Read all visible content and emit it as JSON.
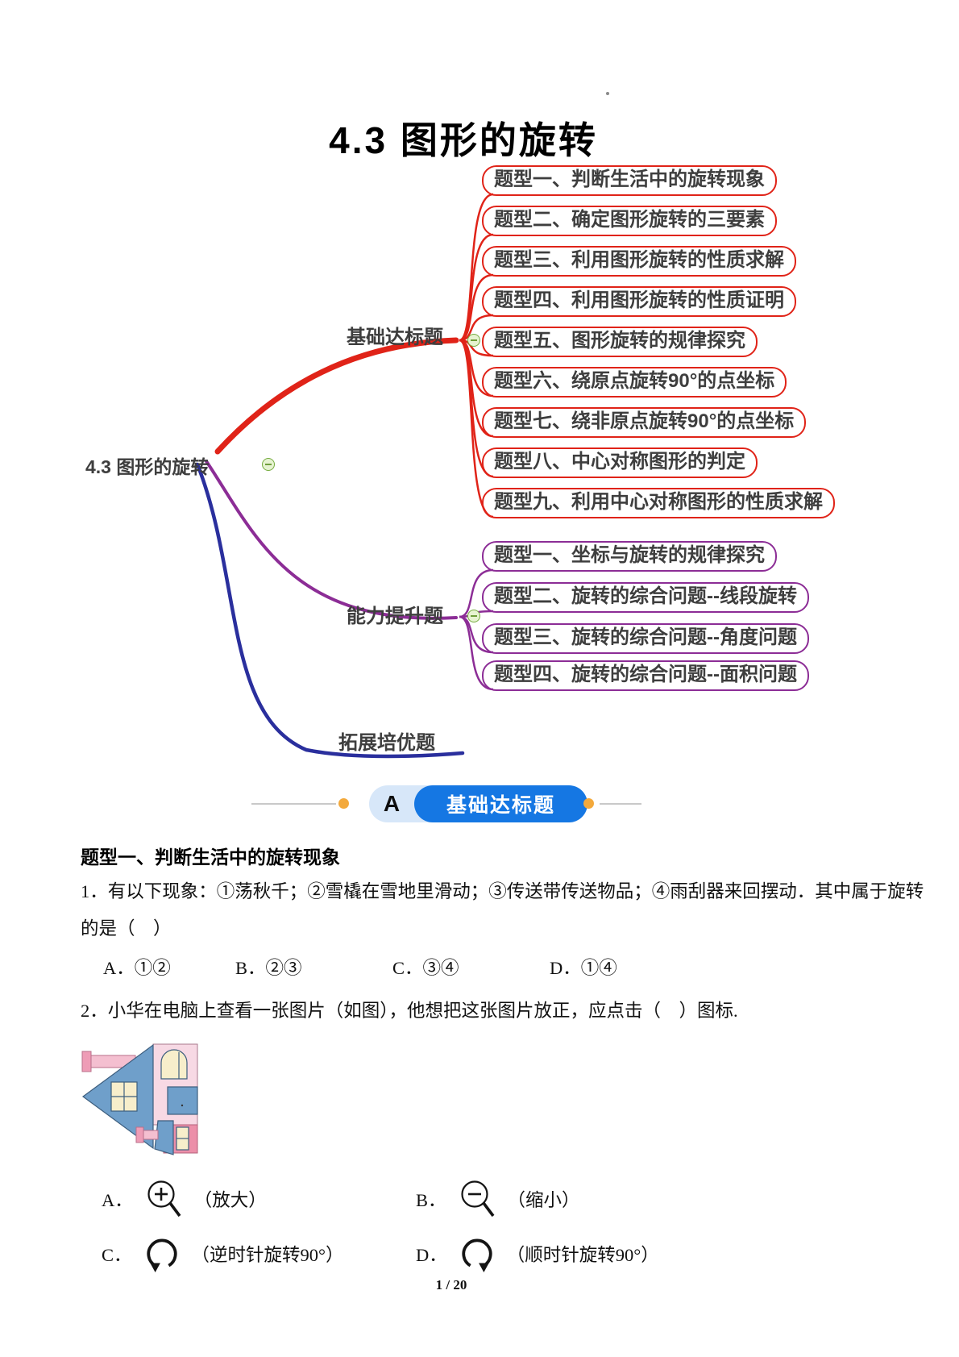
{
  "page": {
    "title": "4.3 图形的旋转",
    "footer": "1 / 20"
  },
  "colors": {
    "branch_basic_red": "#e02318",
    "branch_advance_purple": "#8c2d96",
    "branch_extend_blue": "#2a2f9d",
    "banner_blue": "#1577e3",
    "banner_light_blue": "#d7e7f9",
    "dot_orange": "#f3a93c",
    "collapse_green": "#76ac40",
    "node_text": "#3e3e3e"
  },
  "mindmap": {
    "root": {
      "label": "4.3 图形的旋转"
    },
    "branches": [
      {
        "label": "基础达标题",
        "items": [
          "题型一、判断生活中的旋转现象",
          "题型二、确定图形旋转的三要素",
          "题型三、利用图形旋转的性质求解",
          "题型四、利用图形旋转的性质证明",
          "题型五、图形旋转的规律探究",
          "题型六、绕原点旋转90°的点坐标",
          "题型七、绕非原点旋转90°的点坐标",
          "题型八、中心对称图形的判定",
          "题型九、利用中心对称图形的性质求解"
        ]
      },
      {
        "label": "能力提升题",
        "items": [
          "题型一、坐标与旋转的规律探究",
          "题型二、旋转的综合问题--线段旋转",
          "题型三、旋转的综合问题--角度问题",
          "题型四、旋转的综合问题--面积问题"
        ]
      },
      {
        "label": "拓展培优题",
        "items": []
      }
    ]
  },
  "banner": {
    "badge": "A",
    "label": "基础达标题"
  },
  "sections": {
    "topic1": {
      "heading": "题型一、判断生活中的旋转现象"
    },
    "q1": {
      "line1": "1．有以下现象：①荡秋千；②雪橇在雪地里滑动；③传送带传送物品；④雨刮器来回摆动．其中属于旋转",
      "line2": "的是（　）",
      "options": [
        "A．①②",
        "B．②③",
        "C．③④",
        "D．①④"
      ]
    },
    "q2": {
      "text": "2．小华在电脑上查看一张图片（如图），他想把这张图片放正，应点击（　）图标.",
      "options": [
        {
          "letter": "A．",
          "icon": "zoom-in-icon",
          "caption": "（放大）"
        },
        {
          "letter": "B．",
          "icon": "zoom-out-icon",
          "caption": "（缩小）"
        },
        {
          "letter": "C．",
          "icon": "rotate-ccw-icon",
          "caption": "（逆时针旋转90°）"
        },
        {
          "letter": "D．",
          "icon": "rotate-cw-icon",
          "caption": "（顺时针旋转90°）"
        }
      ]
    }
  }
}
